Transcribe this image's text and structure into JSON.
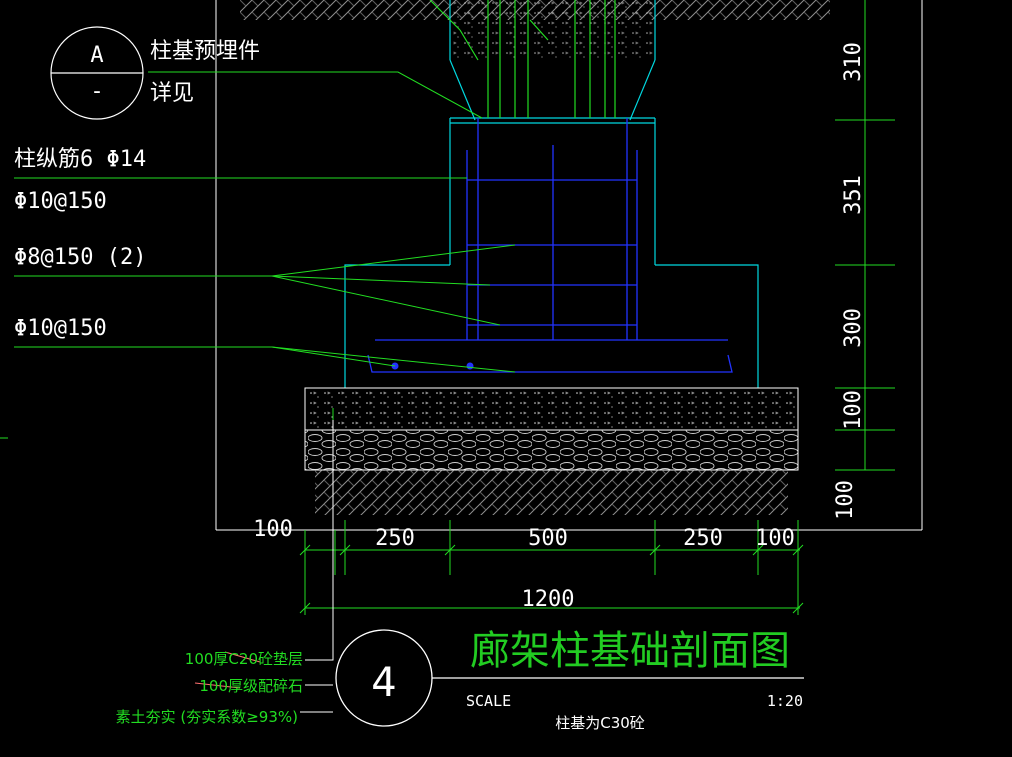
{
  "drawing": {
    "detail_marker": {
      "top": "A",
      "bottom": "-"
    },
    "notes": {
      "embedded_parts": "柱基预埋件",
      "see_detail": "详见",
      "column_longitudinal": "柱纵筋6 Φ14",
      "stirrup_1": "Φ10@150",
      "rebar_2": "Φ8@150 (2)",
      "bottom_mesh": "Φ10@150"
    },
    "dimensions_right": [
      "310",
      "351",
      "300",
      "100",
      "100"
    ],
    "dimensions_bottom": [
      "100",
      "250",
      "500",
      "250",
      "100"
    ],
    "overall_width": "1200",
    "layers": {
      "concrete_cushion": "100厚C20砼垫层",
      "gravel": "100厚级配碎石",
      "soil": "素土夯实 (夯实系数≥93%)"
    },
    "title_block": {
      "number": "4",
      "title": "廊架柱基础剖面图",
      "scale_label": "SCALE",
      "scale_value": "1:20",
      "note": "柱基为C30砼"
    }
  },
  "colors": {
    "background": "#000000",
    "outline": "#ffffff",
    "concrete": "#00d8e0",
    "rebar": "#2233ff",
    "leader": "#22dd22",
    "text": "#ffffff"
  }
}
